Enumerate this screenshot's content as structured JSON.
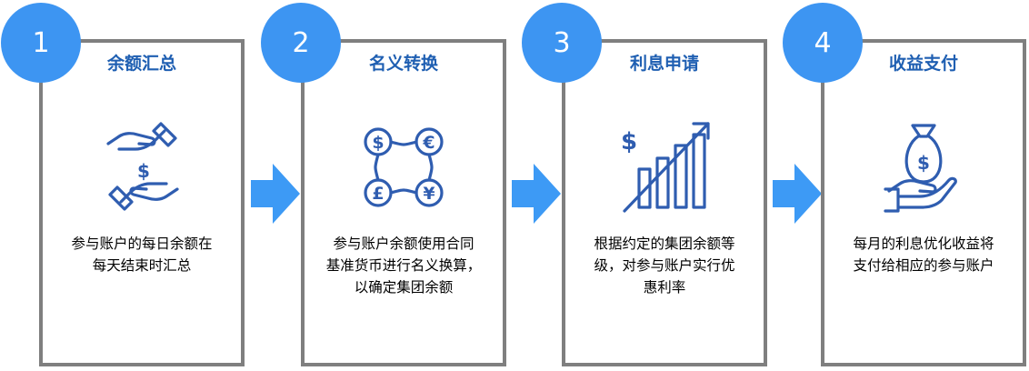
{
  "steps": [
    {
      "number": "1",
      "title": "余额汇总",
      "description": "参与账户的每日余额在\n每天结束时汇总",
      "icon": "hands-exchange-dollar-icon"
    },
    {
      "number": "2",
      "title": "名义转换",
      "description": "参与账户余额使用合同\n基准货币进行名义换算，\n以确定集团余额",
      "icon": "currency-exchange-icon"
    },
    {
      "number": "3",
      "title": "利息申请",
      "description": "根据约定的集团余额等\n级，对参与账户实行优\n惠利率",
      "icon": "growth-chart-dollar-icon"
    },
    {
      "number": "4",
      "title": "收益支付",
      "description": "每月的利息优化收益将\n支付给相应的参与账户",
      "icon": "money-bag-hand-icon"
    }
  ],
  "currency_symbols": {
    "dollar": "$",
    "euro": "€",
    "pound": "£",
    "yen": "¥"
  },
  "colors": {
    "accent": "#3d95f2",
    "title": "#1f5fb2",
    "border": "#7f7f7f",
    "icon": "#2f5db0",
    "arrow": "#3d9af5"
  }
}
